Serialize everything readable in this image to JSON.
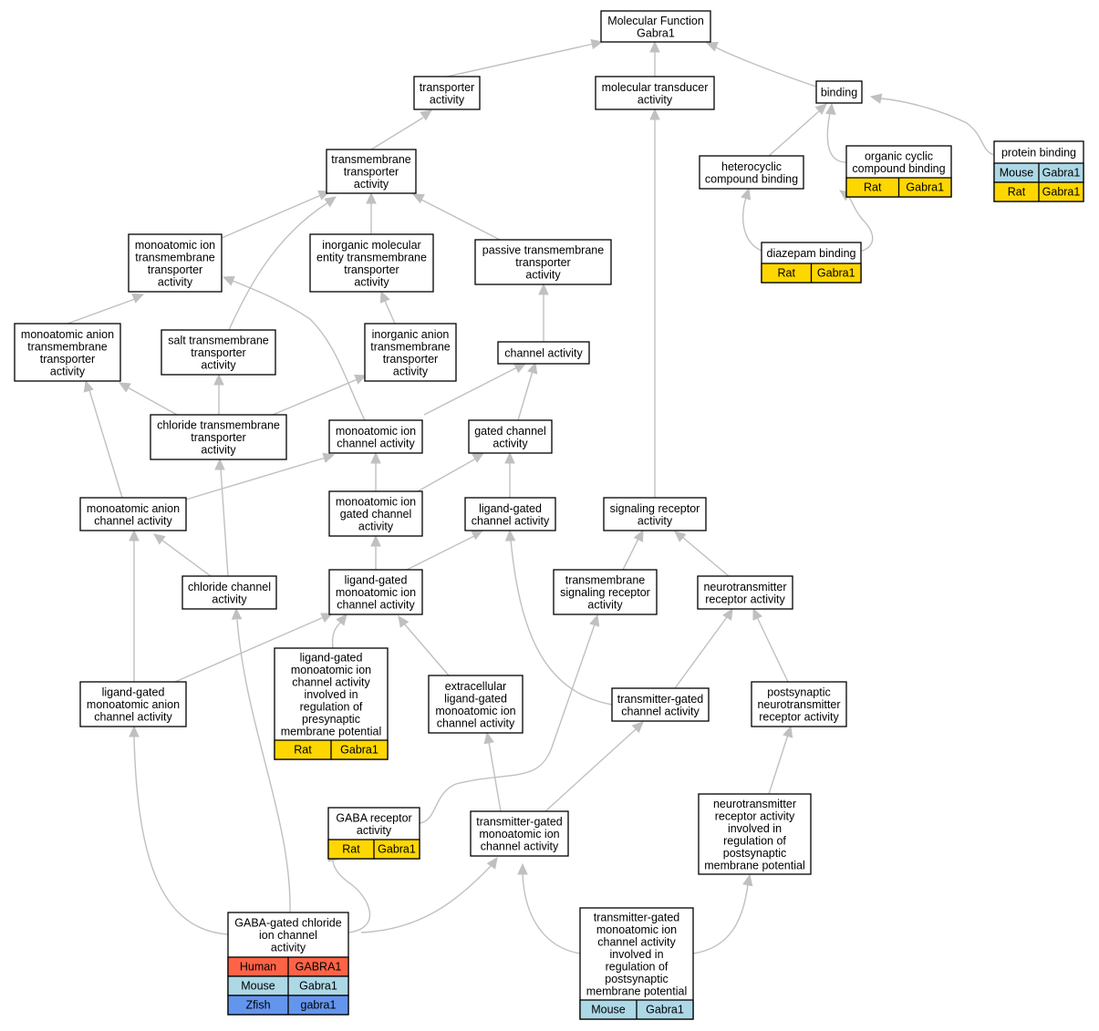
{
  "colors": {
    "Rat": "#ffd700",
    "Mouse": "#add8e6",
    "Human": "#ff6347",
    "Zfish": "#6495ed",
    "edge": "#c0c0c0",
    "border": "#000000"
  },
  "nodes": [
    {
      "id": "molecular-function",
      "lines": [
        "Molecular Function",
        "Gabra1"
      ]
    },
    {
      "id": "transporter-activity",
      "lines": [
        "transporter",
        "activity"
      ]
    },
    {
      "id": "molecular-transducer-activity",
      "lines": [
        "molecular transducer",
        "activity"
      ]
    },
    {
      "id": "binding",
      "lines": [
        "binding"
      ]
    },
    {
      "id": "transmembrane-transporter-activity",
      "lines": [
        "transmembrane",
        "transporter",
        "activity"
      ]
    },
    {
      "id": "heterocyclic-compound-binding",
      "lines": [
        "heterocyclic",
        "compound binding"
      ]
    },
    {
      "id": "organic-cyclic-compound-binding",
      "lines": [
        "organic cyclic",
        "compound binding"
      ],
      "rows": [
        [
          "Rat",
          "Gabra1"
        ]
      ]
    },
    {
      "id": "protein-binding",
      "lines": [
        "protein binding"
      ],
      "rows": [
        [
          "Mouse",
          "Gabra1"
        ],
        [
          "Rat",
          "Gabra1"
        ]
      ]
    },
    {
      "id": "diazepam-binding",
      "lines": [
        "diazepam binding"
      ],
      "rows": [
        [
          "Rat",
          "Gabra1"
        ]
      ]
    },
    {
      "id": "monoatomic-ion-transmembrane-transporter-activity",
      "lines": [
        "monoatomic ion",
        "transmembrane",
        "transporter",
        "activity"
      ]
    },
    {
      "id": "inorganic-molecular-entity-transmembrane-transporter-activity",
      "lines": [
        "inorganic molecular",
        "entity transmembrane",
        "transporter",
        "activity"
      ]
    },
    {
      "id": "passive-transmembrane-transporter-activity",
      "lines": [
        "passive transmembrane",
        "transporter",
        "activity"
      ]
    },
    {
      "id": "monoatomic-anion-transmembrane-transporter-activity",
      "lines": [
        "monoatomic anion",
        "transmembrane",
        "transporter",
        "activity"
      ]
    },
    {
      "id": "salt-transmembrane-transporter-activity",
      "lines": [
        "salt transmembrane",
        "transporter",
        "activity"
      ]
    },
    {
      "id": "inorganic-anion-transmembrane-transporter-activity",
      "lines": [
        "inorganic anion",
        "transmembrane",
        "transporter",
        "activity"
      ]
    },
    {
      "id": "channel-activity",
      "lines": [
        "channel activity"
      ]
    },
    {
      "id": "chloride-transmembrane-transporter-activity",
      "lines": [
        "chloride transmembrane",
        "transporter",
        "activity"
      ]
    },
    {
      "id": "monoatomic-ion-channel-activity",
      "lines": [
        "monoatomic ion",
        "channel activity"
      ]
    },
    {
      "id": "gated-channel-activity",
      "lines": [
        "gated channel",
        "activity"
      ]
    },
    {
      "id": "monoatomic-anion-channel-activity",
      "lines": [
        "monoatomic anion",
        "channel activity"
      ]
    },
    {
      "id": "monoatomic-ion-gated-channel-activity",
      "lines": [
        "monoatomic ion",
        "gated channel",
        "activity"
      ]
    },
    {
      "id": "ligand-gated-channel-activity",
      "lines": [
        "ligand-gated",
        "channel activity"
      ]
    },
    {
      "id": "signaling-receptor-activity",
      "lines": [
        "signaling receptor",
        "activity"
      ]
    },
    {
      "id": "chloride-channel-activity",
      "lines": [
        "chloride channel",
        "activity"
      ]
    },
    {
      "id": "ligand-gated-monoatomic-ion-channel-activity",
      "lines": [
        "ligand-gated",
        "monoatomic ion",
        "channel activity"
      ]
    },
    {
      "id": "transmembrane-signaling-receptor-activity",
      "lines": [
        "transmembrane",
        "signaling receptor",
        "activity"
      ]
    },
    {
      "id": "neurotransmitter-receptor-activity",
      "lines": [
        "neurotransmitter",
        "receptor activity"
      ]
    },
    {
      "id": "ligand-gated-monoatomic-anion-channel-activity",
      "lines": [
        "ligand-gated",
        "monoatomic anion",
        "channel activity"
      ]
    },
    {
      "id": "presynaptic-ligand-gated-channel-activity",
      "lines": [
        "ligand-gated",
        "monoatomic ion",
        "channel activity",
        "involved in",
        "regulation of",
        "presynaptic",
        "membrane potential"
      ],
      "rows": [
        [
          "Rat",
          "Gabra1"
        ]
      ]
    },
    {
      "id": "extracellular-ligand-gated-monoatomic-ion-channel-activity",
      "lines": [
        "extracellular",
        "ligand-gated",
        "monoatomic ion",
        "channel activity"
      ]
    },
    {
      "id": "transmitter-gated-channel-activity",
      "lines": [
        "transmitter-gated",
        "channel activity"
      ]
    },
    {
      "id": "postsynaptic-neurotransmitter-receptor-activity",
      "lines": [
        "postsynaptic",
        "neurotransmitter",
        "receptor activity"
      ]
    },
    {
      "id": "gaba-receptor-activity",
      "lines": [
        "GABA receptor",
        "activity"
      ],
      "rows": [
        [
          "Rat",
          "Gabra1"
        ]
      ]
    },
    {
      "id": "transmitter-gated-monoatomic-ion-channel-activity",
      "lines": [
        "transmitter-gated",
        "monoatomic ion",
        "channel activity"
      ]
    },
    {
      "id": "postsynaptic-neurotransmitter-receptor-activity-regulation",
      "lines": [
        "neurotransmitter",
        "receptor activity",
        "involved in",
        "regulation of",
        "postsynaptic",
        "membrane potential"
      ]
    },
    {
      "id": "gaba-gated-chloride-ion-channel-activity",
      "lines": [
        "GABA-gated chloride",
        "ion channel",
        "activity"
      ],
      "rows": [
        [
          "Human",
          "GABRA1"
        ],
        [
          "Mouse",
          "Gabra1"
        ],
        [
          "Zfish",
          "gabra1"
        ]
      ]
    },
    {
      "id": "transmitter-gated-channel-postsynaptic-regulation",
      "lines": [
        "transmitter-gated",
        "monoatomic ion",
        "channel activity",
        "involved in",
        "regulation of",
        "postsynaptic",
        "membrane potential"
      ],
      "rows": [
        [
          "Mouse",
          "Gabra1"
        ]
      ]
    }
  ]
}
